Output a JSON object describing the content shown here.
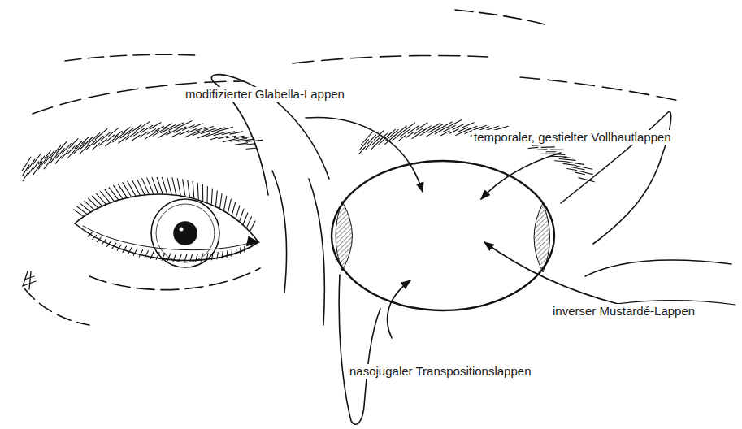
{
  "diagram": {
    "labels": [
      "modifizierter Glabella-Lappen",
      "temporaler, gestielter Vollhautlappen",
      "inverser Mustardé-Lappen",
      "nasojugaler Transpositionslappen"
    ]
  }
}
